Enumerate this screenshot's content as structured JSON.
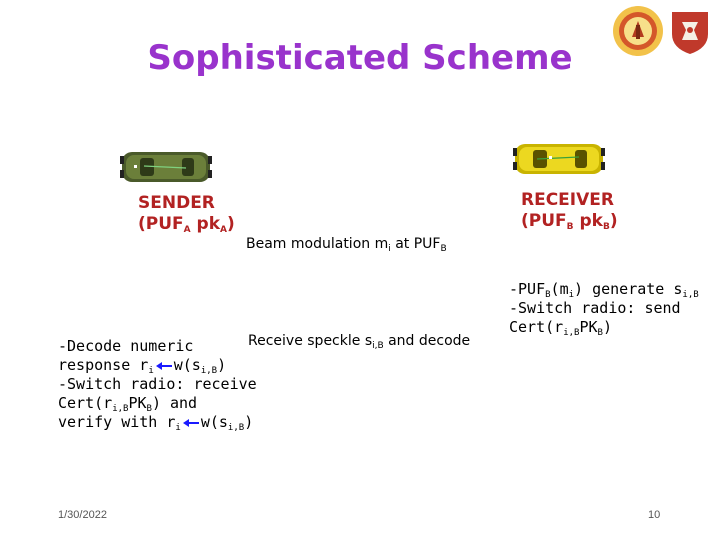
{
  "slide": {
    "title": "Sophisticated Scheme",
    "sender": {
      "name": "SENDER",
      "puf_prefix": "(PUF",
      "puf_sub": "A",
      "pk": " pk",
      "pk_sub": "A",
      "close": ")"
    },
    "receiver": {
      "name": "RECEIVER",
      "puf_prefix": "(PUF",
      "puf_sub": "B",
      "pk": " pk",
      "pk_sub": "B",
      "close": ")"
    },
    "beam": {
      "text": "Beam modulation m",
      "m_sub": "i",
      "at": " at PUF",
      "puf_sub": "B"
    },
    "receiver_steps": {
      "line1_a": "-PUF",
      "line1_sub1": "B",
      "line1_b": "(m",
      "line1_sub2": "i",
      "line1_c": ") generate s",
      "line1_sub3": "i,B",
      "line2": "-Switch radio: send",
      "line3_a": "Cert(r",
      "line3_sub1": "i,B",
      "line3_b": "PK",
      "line3_sub2": "B",
      "line3_c": ")"
    },
    "speckle": {
      "text": "Receive speckle s",
      "sub": "i,B",
      "rest": " and decode"
    },
    "sender_steps": {
      "line1": "-Decode numeric",
      "line2_a": "response r",
      "line2_sub1": "i",
      "line2_b": "w(s",
      "line2_sub2": "i,B",
      "line2_c": ")",
      "line3": "-Switch radio: receive",
      "line4_a": "Cert(r",
      "line4_sub1": "i,B",
      "line4_b": "PK",
      "line4_sub2": "B",
      "line4_c": ") and",
      "line5_a": "verify with r",
      "line5_sub1": "i",
      "line5_b": "w(s",
      "line5_sub2": "i,B",
      "line5_c": ")"
    },
    "footer": {
      "date": "1/30/2022",
      "page": "10"
    },
    "colors": {
      "title": "#9933cc",
      "label": "#b22222",
      "arrow": "#1a1aff",
      "sender_car": "#556b2f",
      "receiver_car": "#e6d200"
    }
  }
}
